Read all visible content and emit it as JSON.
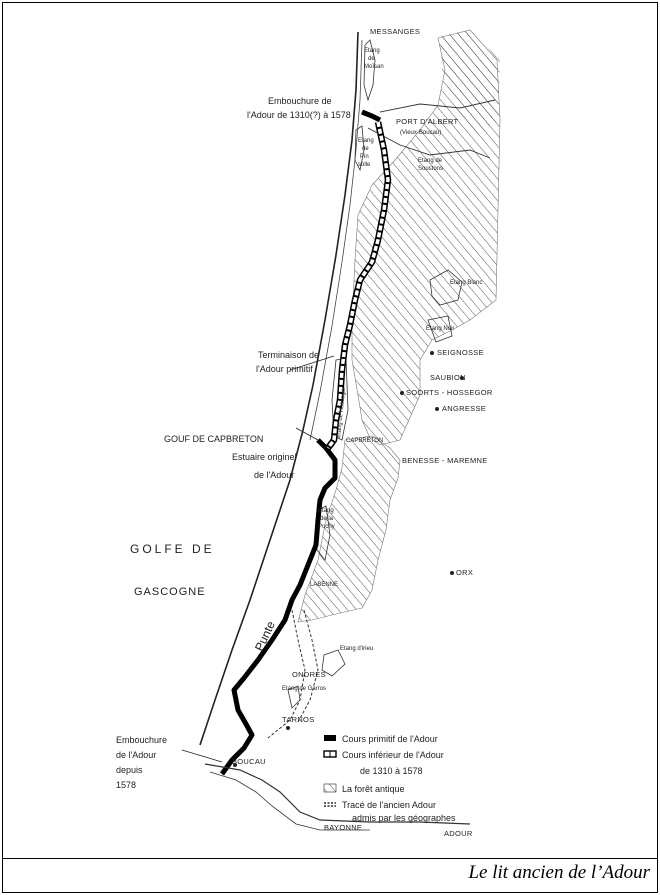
{
  "caption": "Le lit ancien de l’Adour",
  "labels": {
    "messanges": "MESSANGES",
    "etang_moisan_1": "Etang",
    "etang_moisan_2": "de",
    "etang_moisan_3": "Moïsan",
    "port_albret_1": "PORT D'ALBERT",
    "port_albret_2": "(Vieux-Boucau)",
    "soustons_1": "Etang de",
    "soustons_2": "Soustons",
    "etang_pinsolle_1": "Etang",
    "etang_pinsolle_2": "de",
    "etang_pinsolle_3": "Pin",
    "etang_pinsolle_4": "solle",
    "etang_blanc": "Etang Blanc",
    "etang_noir": "Etang Noir",
    "seignosse": "SEIGNOSSE",
    "saubion": "SAUBION",
    "soorts": "SOORTS - HOSSEGOR",
    "angresse": "ANGRESSE",
    "etang_hossegor": "Etang de Hossegor",
    "capbreton": "CAPBRETON",
    "benesse": "BENESSE - MAREMNE",
    "etang_pochy_1": "Etang",
    "etang_pochy_2": "de la",
    "etang_pochy_3": "Pochy",
    "labenne": "LABENNE",
    "orx": "ORX",
    "punte": "Punte",
    "etang_irieu": "Etang d'irieu",
    "ondres": "ONDRES",
    "etang_garros": "Etang de Garros",
    "tarnos": "TARNOS",
    "boucau": "BOUCAU",
    "bayonne": "BAYONNE",
    "adour": "ADOUR",
    "embouchure_1310_a": "Embouchure  de",
    "embouchure_1310_b": "l'Adour  de  1310(?)  à  1578",
    "terminaison_a": "Terminaison  de",
    "terminaison_b": "l'Adour  primitif",
    "gouf": "GOUF  DE  CAPBRETON",
    "estuaire_a": "Estuaire  originel",
    "estuaire_b": "de  l'Adour",
    "golfe": "GOLFE   DE",
    "gascogne": "GASCOGNE",
    "embouchure_1578_a": "Embouchure",
    "embouchure_1578_b": "de  l'Adour",
    "embouchure_1578_c": "depuis",
    "embouchure_1578_d": "1578"
  },
  "legend": [
    {
      "text": "Cours  primitif  de  l'Adour"
    },
    {
      "text": "Cours  inférieur  de  l'Adour"
    },
    {
      "text": "de  1310  à  1578"
    },
    {
      "text": "La  forêt  antique"
    },
    {
      "text": "Tracé  de  l'ancien  Adour"
    },
    {
      "text": "admis  par  les  géographes"
    }
  ]
}
